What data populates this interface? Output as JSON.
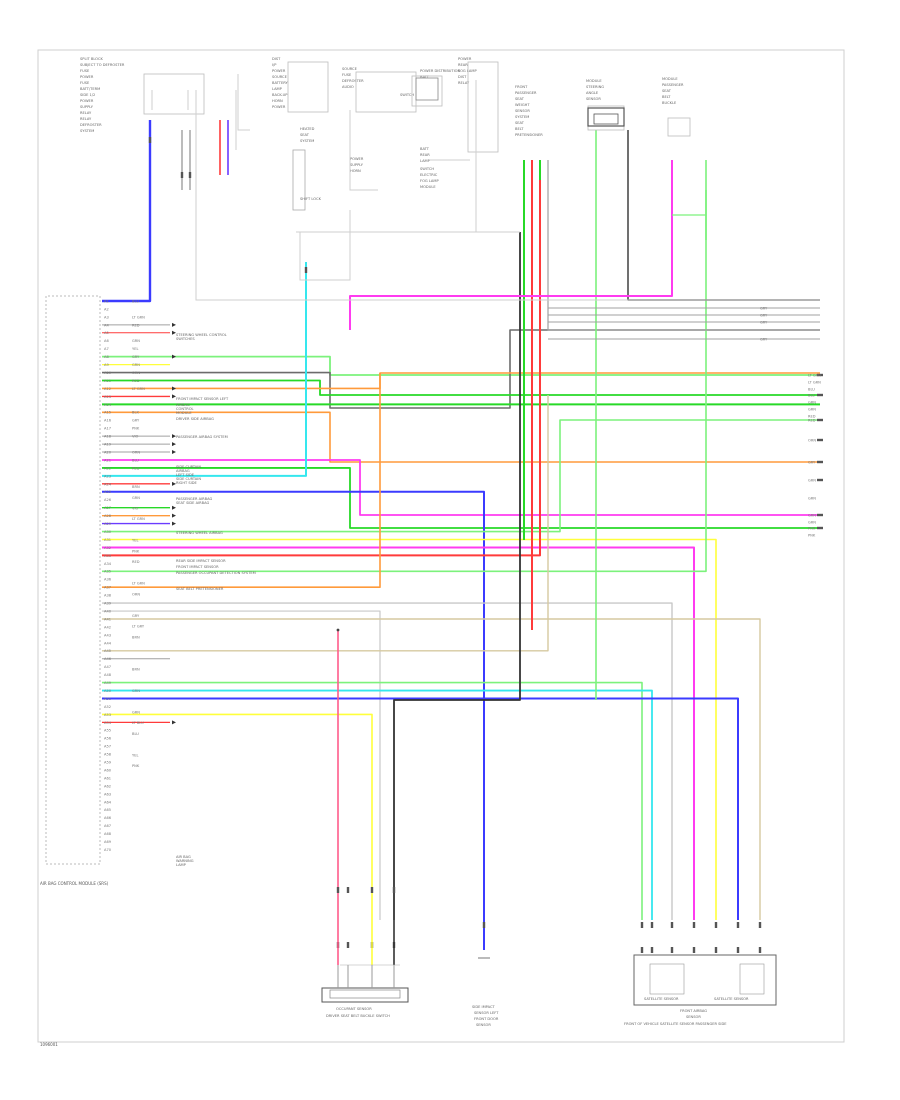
{
  "diagram": {
    "top_texts": [
      "SPLIT BLOCK",
      "SUBJECT TO DEFROSTER",
      "FUSE",
      "POWER",
      "FUSE",
      "BATT/TERM",
      "SIDE 1/2",
      "POWER",
      "SUPPLY",
      "RELAY",
      "RELAY",
      "DEFROSTER",
      "SYSTEM",
      "DIST",
      "I/P",
      "POWER",
      "SOURCE",
      "BATTERY",
      "LAMP",
      "BACK-UP",
      "HORN",
      "POWER",
      "SOURCE",
      "FUSE",
      "DEFROSTER",
      "AUDIO",
      "POWER DISTRIBUTION",
      "BATT",
      "POWER",
      "REAR",
      "FOG LAMP",
      "DIST",
      "RELAY",
      "SHIFT LOCK",
      "BATT",
      "REAR",
      "LAMP",
      "HEATED",
      "SEAT",
      "SYSTEM",
      "POWER",
      "SUPPLY",
      "HORN",
      "SWITCH",
      "ELECTRIC",
      "FOG LAMP",
      "MODULE",
      "FRONT",
      "PASSENGER",
      "SEAT",
      "WEIGHT",
      "SENSOR",
      "SYSTEM",
      "SEAT",
      "BELT",
      "PRETENSIONER",
      "MODULE",
      "STEERING",
      "ANGLE",
      "SENSOR",
      "MODULE",
      "PASSENGER",
      "SEAT",
      "BELT",
      "BUCKLE",
      "SWITCH"
    ],
    "connector_labels": [
      "A1",
      "A2",
      "A3",
      "A4",
      "A5",
      "A6",
      "A7",
      "A8",
      "A9",
      "A10",
      "A11",
      "A12",
      "A13",
      "A14",
      "A15",
      "A16",
      "A17",
      "A18",
      "A19",
      "A20",
      "A21",
      "A22",
      "A23",
      "A24",
      "A25",
      "A26",
      "A27",
      "A28",
      "A29",
      "A30",
      "A31",
      "A32",
      "A33",
      "A34",
      "A35",
      "A36",
      "A37",
      "A38",
      "A39",
      "A40",
      "A41",
      "A42",
      "A43",
      "A44",
      "A45",
      "A46",
      "A47",
      "A48",
      "A49",
      "A50",
      "A51",
      "A52",
      "A53",
      "A54",
      "A55",
      "A56",
      "A57",
      "A58",
      "A59",
      "A60",
      "A61",
      "A62",
      "A63",
      "A64",
      "A65",
      "A66",
      "A67",
      "A68",
      "A69",
      "A70"
    ],
    "wire_labels": [
      "BLU",
      "",
      "LT GRN",
      "RED",
      "",
      "GRN",
      "YEL",
      "GRY",
      "GRN",
      "ORN",
      "RED",
      "LT GRN",
      "",
      "",
      "BLK",
      "GRY",
      "PNK",
      "VIO",
      "",
      "ORN",
      "BLU",
      "RED",
      "",
      "BRN",
      "GRN",
      "VIO",
      "LT GRN",
      "",
      "YEL",
      "PNK",
      "RED",
      "",
      "LT GRN",
      "ORN",
      "",
      "GRY",
      "LT GRY",
      "BRN",
      "",
      "",
      "BRN",
      "",
      "GRN",
      "",
      "GRN",
      "LT BLU",
      "BLU",
      "",
      "YEL",
      "PNK"
    ],
    "side_annotations": [
      "STEERING WHEEL CONTROL",
      "SWITCHES",
      "",
      "FRONT IMPACT SENSOR LEFT",
      "",
      "AIRBAG",
      "CONTROL",
      "MODULE",
      "",
      "DRIVER SIDE AIRBAG",
      "PASSENGER AIRBAG SYSTEM",
      "",
      "SIDE CURTAIN",
      "AIRBAG",
      "LEFT SIDE",
      "SIDE CURTAIN",
      "RIGHT SIDE",
      "",
      "PASSENGER AIRBAG",
      "SEAT SIDE AIRBAG",
      "",
      "STEERING WHEEL AIRBAG",
      "",
      "REAR SIDE IMPACT SENSOR",
      "FRONT IMPACT SENSOR",
      "PASSENGER OCCUPANT DETECTION SYSTEM",
      "",
      "SEAT BELT PRETENSIONER",
      "",
      "",
      "AIR BAG",
      "WARNING",
      "LAMP"
    ],
    "right_codes": [
      "LT GRN",
      "LT GRN",
      "BLU",
      "BLU",
      "GRN",
      "GRN",
      "RED",
      "RED",
      "ORN",
      "GRY",
      "GRN",
      "GRN",
      "GRN",
      "GRN",
      "PNK",
      "PNK"
    ],
    "bottom_labels": {
      "left_box": "OCCUPANT SENSOR",
      "left_sub": "DRIVER SEAT BELT BUCKLE SWITCH",
      "middle_title": "SIDE IMPACT",
      "middle_sub": "SENSOR LEFT",
      "middle_sub2": "FRONT DOOR",
      "middle_sub3": "SENSOR",
      "right_title_a": "SATELLITE SENSOR",
      "right_title_b": "SATELLITE SENSOR",
      "right_sub_a": "FRONT AIRBAG",
      "right_sub_b": "SENSOR",
      "right_caption": "FRONT OF VEHICLE SATELLITE SENSOR PASSENGER SIDE"
    },
    "module_label": "AIR BAG CONTROL MODULE (SRS)",
    "footer_code": "1096001"
  }
}
